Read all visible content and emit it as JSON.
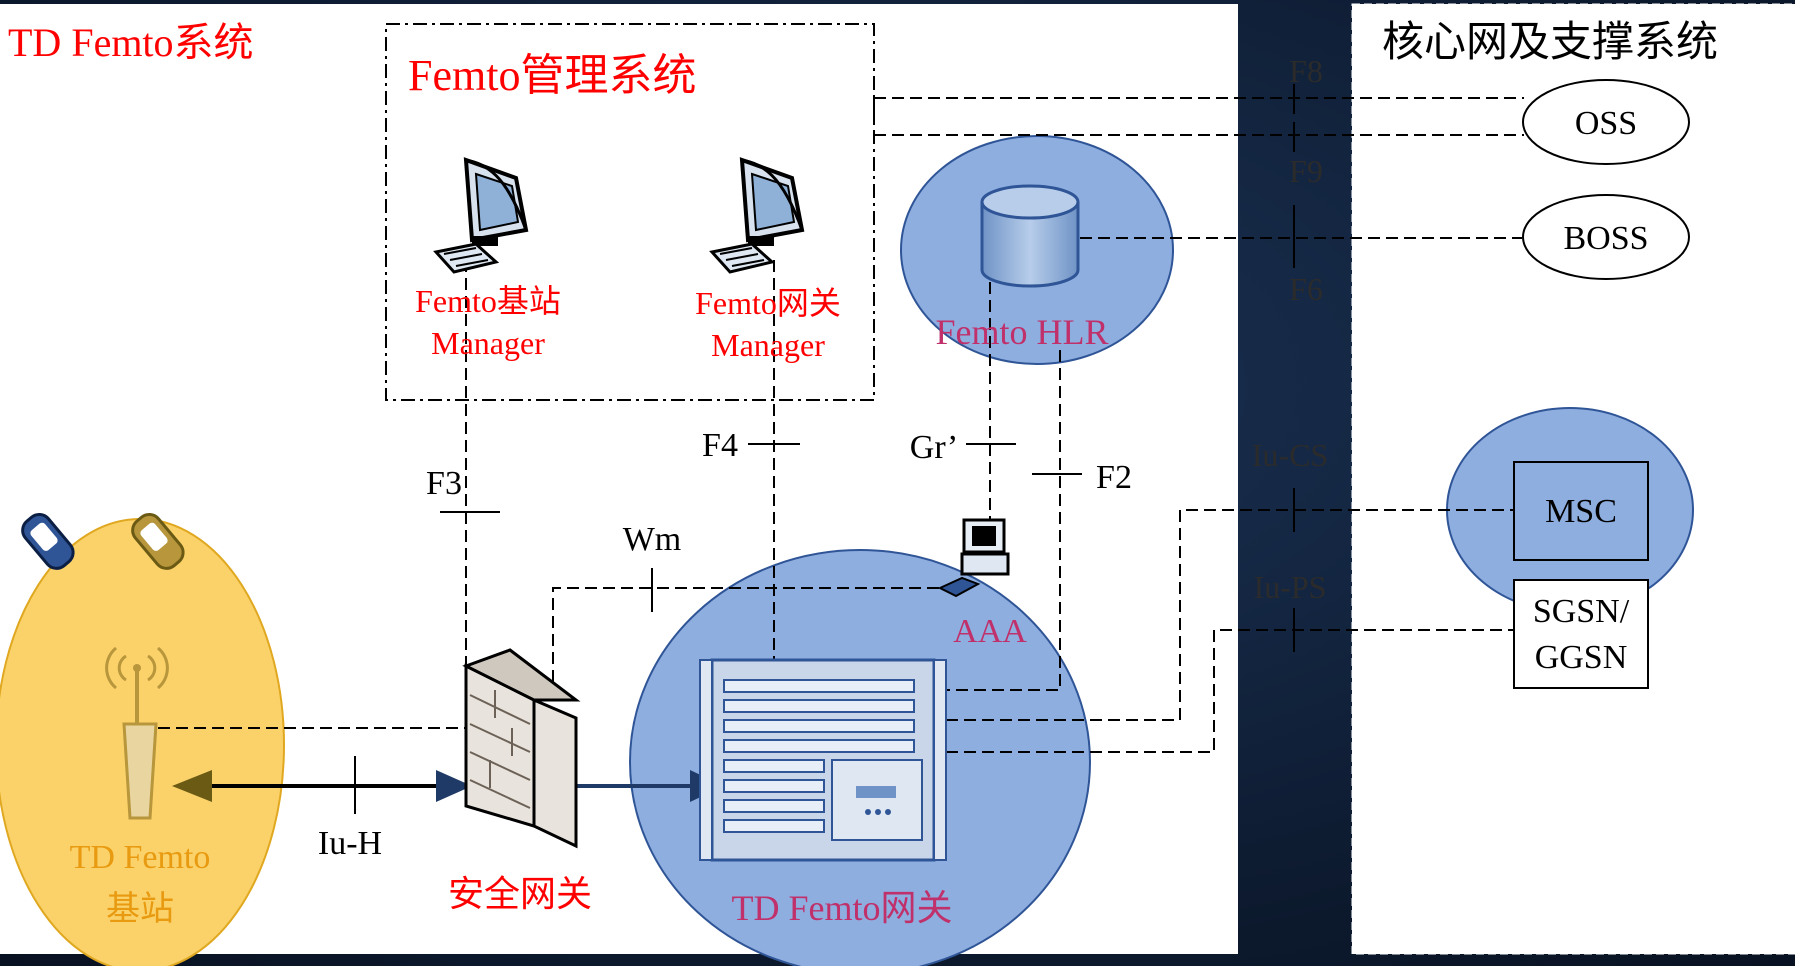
{
  "left_panel": {
    "title": "TD Femto系统"
  },
  "mgmt_box": {
    "title": "Femto管理系统"
  },
  "right_panel": {
    "title": "核心网及支撑系统"
  },
  "nodes": {
    "bs_manager": {
      "line1": "Femto基站",
      "line2": "Manager"
    },
    "gw_manager": {
      "line1": "Femto网关",
      "line2": "Manager"
    },
    "hlr": "Femto HLR",
    "aaa": "AAA",
    "femto_bs": {
      "line1": "TD Femto",
      "line2": "基站"
    },
    "sec_gw": "安全网关",
    "femto_gw": "TD Femto网关",
    "oss": "OSS",
    "boss": "BOSS",
    "msc": "MSC",
    "sgsn": {
      "line1": "SGSN/",
      "line2": "GGSN"
    }
  },
  "interfaces": {
    "f8": "F8",
    "f9": "F9",
    "f6": "F6",
    "f3": "F3",
    "f4": "F4",
    "gr": "Gr’",
    "f2": "F2",
    "wm": "Wm",
    "iuh": "Iu-H",
    "iucs": "Iu-CS",
    "iups": "Iu-PS"
  },
  "colors": {
    "red_text": "#ff0000",
    "blue_fill": "#8eaee0",
    "blue_stroke": "#2f5597",
    "yellow_fill": "#fbd26a",
    "yellow_stroke": "#e0a820",
    "purple_text": "#c0306a",
    "orange_text": "#e89a10"
  }
}
